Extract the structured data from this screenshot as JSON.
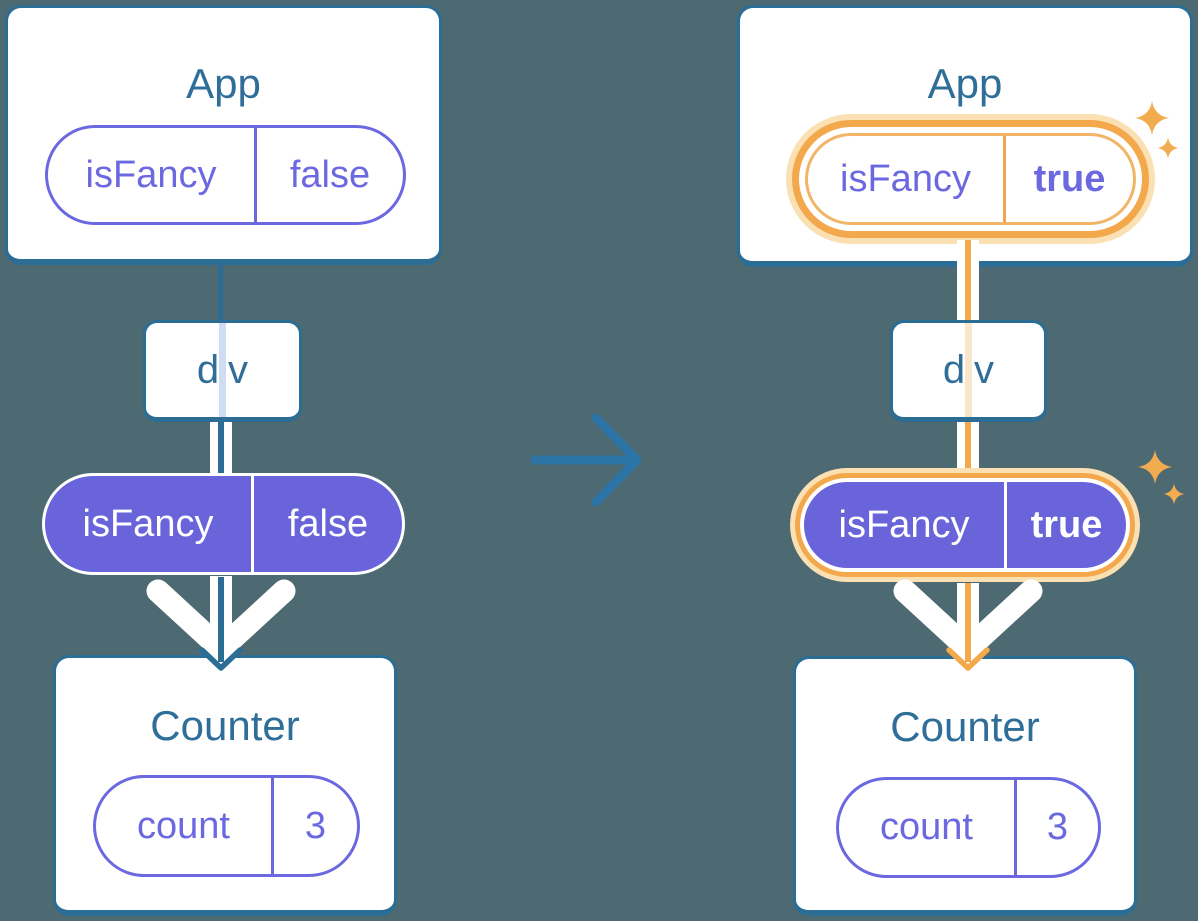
{
  "colors": {
    "bg": "#4D6971",
    "teal": "#2B6D94",
    "tealText": "#2F6E99",
    "arrowBlue": "#2D74A6",
    "purple": "#6C68E0",
    "purpleFill": "#6A64DB",
    "orange": "#F4A84C",
    "orangeHalo": "#FAE0B2",
    "orangeInner": "#F2B467",
    "orangeDivider": "#F0A54E",
    "sparkle": "#F2AC50",
    "faintBlue": "#CFDCF2",
    "faintOrange": "#FAE7CB",
    "white": "#FFFFFF"
  },
  "left": {
    "app": {
      "title": "App",
      "prop_name": "isFancy",
      "prop_value": "false"
    },
    "container": {
      "label": "div"
    },
    "prop_pill": {
      "name": "isFancy",
      "value": "false"
    },
    "counter": {
      "title": "Counter",
      "state_name": "count",
      "state_value": "3"
    }
  },
  "right": {
    "app": {
      "title": "App",
      "prop_name": "isFancy",
      "prop_value": "true"
    },
    "container": {
      "label": "div"
    },
    "prop_pill": {
      "name": "isFancy",
      "value": "true"
    },
    "counter": {
      "title": "Counter",
      "state_name": "count",
      "state_value": "3"
    }
  },
  "icons": {
    "transition": "right-arrow",
    "highlight": "sparkles",
    "flow": "down-chevron-arrow"
  }
}
